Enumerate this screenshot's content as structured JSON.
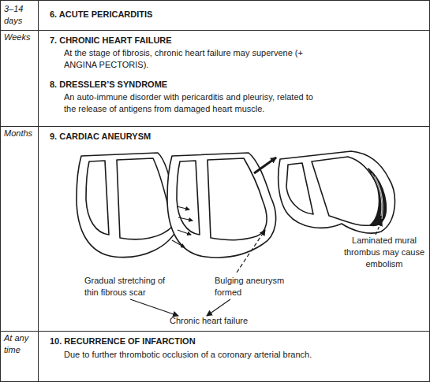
{
  "diagram": {
    "nodes": [
      {
        "text": [
          "3–14 days"
        ]
      },
      {
        "text": [
          "6. ACUTE PERICARDITIS"
        ]
      },
      {
        "text": [
          "Weeks"
        ]
      },
      {
        "text": [
          "7. CHRONIC HEART FAILURE",
          "At the stage of fibrosis, chronic heart failure may supervene (+ ANGINA PECTORIS).",
          "8. DRESSLER’S SYNDROME",
          "An auto-immune disorder with pericarditis and pleurisy, related to the release of antigens from damaged heart muscle."
        ]
      },
      {
        "text": [
          "Months"
        ]
      },
      {
        "text": [
          "9. CARDIAC ANEURYSM"
        ]
      },
      {
        "text": [
          "At any time"
        ]
      },
      {
        "text": [
          "10. RECURRENCE OF INFARCTION",
          "Due to further thrombotic occlusion of a coronary arterial branch."
        ]
      }
    ],
    "labels": [
      "Laminated mural thrombus may cause embolism",
      "Gradual stretching of thin fibrous scar",
      "Bulging aneurysm formed",
      "Chronic heart failure"
    ]
  }
}
